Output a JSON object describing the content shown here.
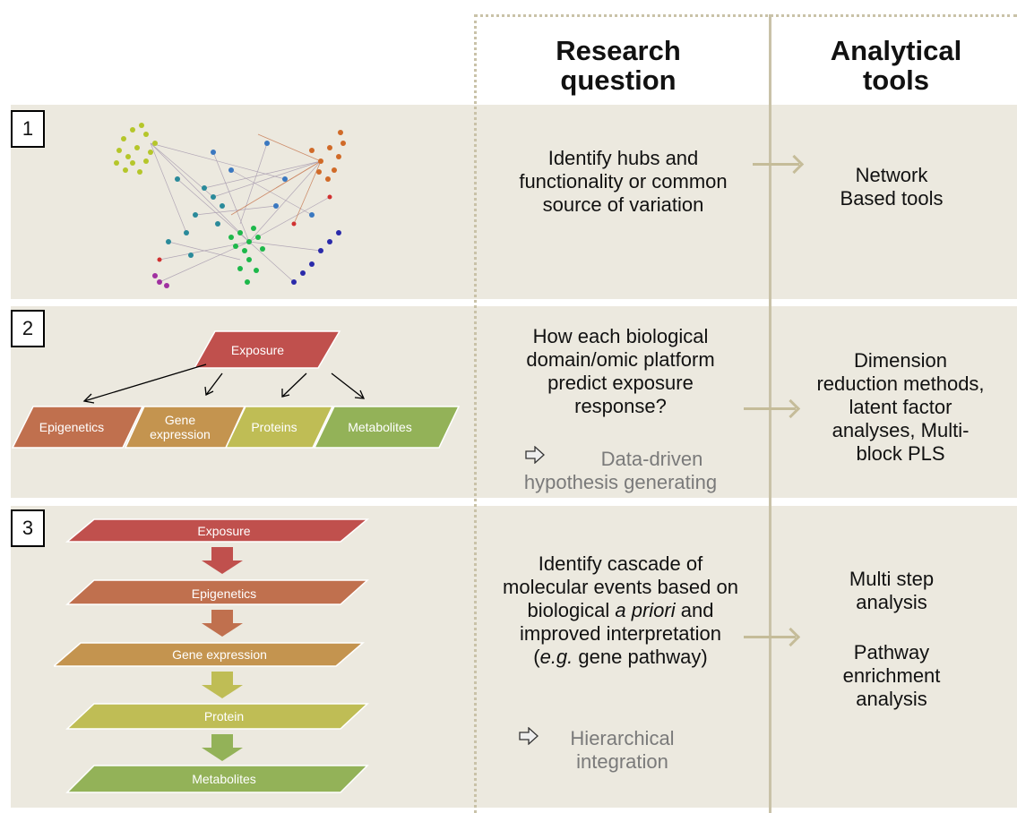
{
  "headers": {
    "research": "Research question",
    "tools": "Analytical tools"
  },
  "rows": [
    {
      "num": "1",
      "question": "Identify hubs and functionality or common source of variation",
      "tool": "Network Based tools"
    },
    {
      "num": "2",
      "exposure": "Exposure",
      "boxes": [
        "Epigenetics",
        "Gene expression",
        "Proteins",
        "Metabolites"
      ],
      "question": "How each biological domain/omic platform predict exposure response?",
      "approach": "Data-driven hypothesis generating",
      "tool": "Dimension reduction methods, latent factor analyses, Multi-block PLS"
    },
    {
      "num": "3",
      "cascade": [
        "Exposure",
        "Epigenetics",
        "Gene expression",
        "Protein",
        "Metabolites"
      ],
      "question_a": "Identify cascade of molecular events based on biological",
      "question_italic": "a priori",
      "question_b": "and improved interpretation (",
      "question_eg": "e.g.",
      "question_c": "gene pathway)",
      "approach": "Hierarchical integration",
      "tool_1": "Multi step analysis",
      "tool_2": "Pathway enrichment analysis"
    }
  ],
  "colors": {
    "exposure": "#c0504d",
    "epigenetics": "#c0704e",
    "gene_expression": "#c4944f",
    "protein": "#bfbd55",
    "metabolites": "#93b258",
    "band": "#ece9df",
    "line": "#c9c2a8"
  }
}
